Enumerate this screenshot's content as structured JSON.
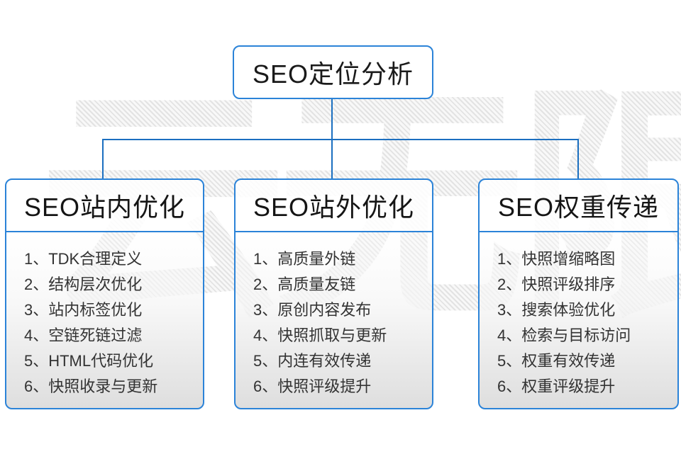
{
  "watermark_text": "云无限",
  "root": {
    "title": "SEO定位分析"
  },
  "branches": [
    {
      "title": "SEO站内优化",
      "items": [
        "1、TDK合理定义",
        "2、结构层次优化",
        "3、站内标签优化",
        "4、空链死链过滤",
        "5、HTML代码优化",
        "6、快照收录与更新"
      ]
    },
    {
      "title": "SEO站外优化",
      "items": [
        "1、高质量外链",
        "2、高质量友链",
        "3、原创内容发布",
        "4、快照抓取与更新",
        "5、内连有效传递",
        "6、快照评级提升"
      ]
    },
    {
      "title": "SEO权重传递",
      "items": [
        "1、快照增缩略图",
        "2、快照评级排序",
        "3、搜索体验优化",
        "4、检索与目标访问",
        "5、权重有效传递",
        "6、权重评级提升"
      ]
    }
  ],
  "colors": {
    "border_blue": "#2b83d8",
    "connector_blue": "#1b6fc0"
  }
}
